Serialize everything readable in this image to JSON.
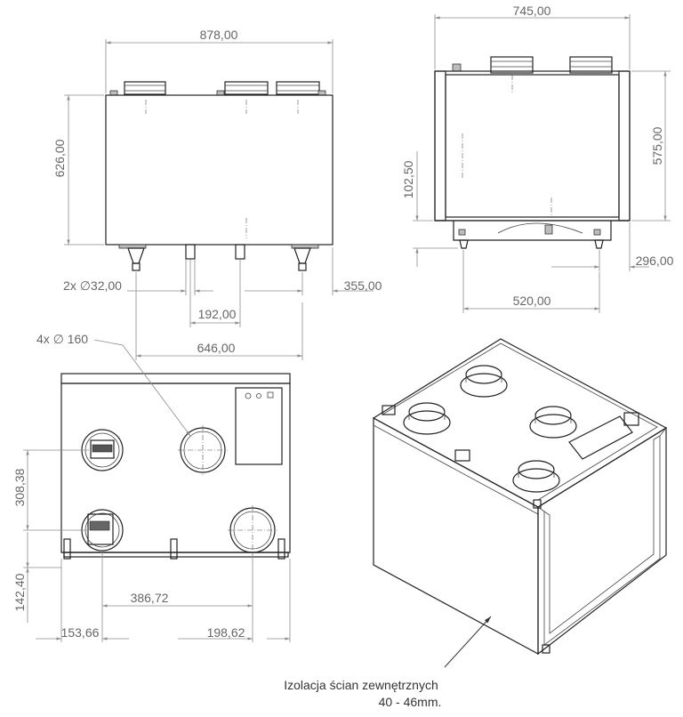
{
  "front_view": {
    "width": "878,00",
    "height": "626,00",
    "drain_diameter": "2x ∅32,00",
    "drain_spacing": "192,00",
    "feet_spacing": "646,00",
    "side_offset": "355,00"
  },
  "side_view": {
    "width": "745,00",
    "height": "575,00",
    "base_height": "102,50",
    "feet_spacing": "520,00",
    "foot_offset": "296,00"
  },
  "top_view": {
    "duct_count_diameter": "4x ∅ 160",
    "row_spacing": "308,38",
    "bottom_offset": "142,40",
    "duct_spacing": "386,72",
    "left_offset": "153,66",
    "right_offset": "198,62"
  },
  "note": {
    "line1": "Izolacja ścian zewnętrznych",
    "line2": "40 - 46mm."
  }
}
